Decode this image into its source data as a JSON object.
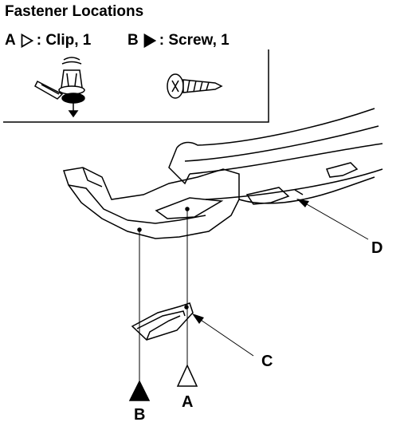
{
  "title": "Fastener Locations",
  "legend": {
    "a": {
      "letter": "A",
      "text": ": Clip, 1",
      "symbol": "outline-triangle"
    },
    "b": {
      "letter": "B",
      "text": ": Screw, 1",
      "symbol": "filled-triangle"
    }
  },
  "callouts": {
    "a": "A",
    "b": "B",
    "c": "C",
    "d": "D"
  },
  "colors": {
    "ink": "#000000",
    "paper": "#ffffff"
  }
}
